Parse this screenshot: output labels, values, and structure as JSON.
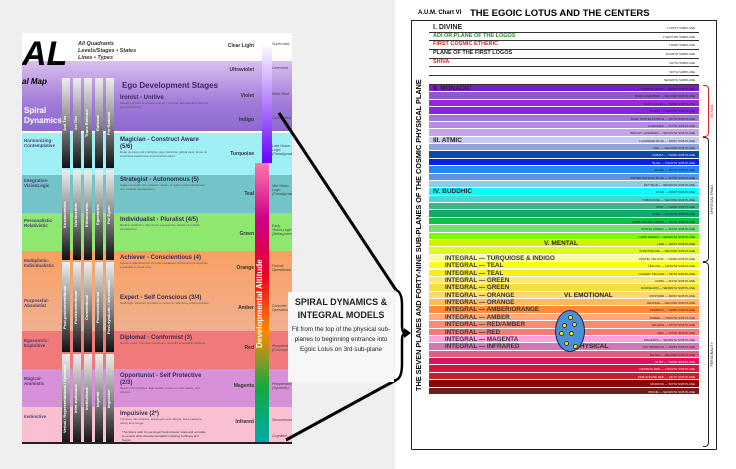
{
  "left_map": {
    "header": {
      "logo": "AL",
      "subtitle": "al Map",
      "quadrants": "All Quadrants",
      "levels": "Levels/Stages • States",
      "lines": "Lines • Types"
    },
    "section_title": "Ego Development Stages",
    "altitude_label": "Developmental Altitude",
    "footnote": "* Numbers refer to Loevinger/Cook-Greuter scale and correlate to several other developmentalists including Kohlberg and Kegan.",
    "spiral": [
      "Spiral Dynamics",
      "Harmonizing-Contemplative",
      "Integrative-VisionLogic",
      "Personalistic-Relativistic",
      "Multiplistic-Individualistic",
      "Purposeful-Absolutist",
      "Egocentric-Exploitive",
      "Magical-Animistic",
      "Instinctive"
    ],
    "stages": [
      {
        "name": "Ironist - Unitive",
        "desc": "Interpenetration of witness and ego process; self identifies with the ground of being."
      },
      {
        "name": "Magician - Construct Aware (5/6)",
        "desc": "Deep process role principles. Ego historical, global view; focus on conscious awareness and transformation."
      },
      {
        "name": "Strategist - Autonomous (5)",
        "desc": "Higher principle role relations. Aware of system interrelatedness and multiple perspectives."
      },
      {
        "name": "Individualist - Pluralist (4/5)",
        "desc": "Radical relativism. 4th person perspective. Aware of multiple perspectives."
      },
      {
        "name": "Achiever - Conscientious (4)",
        "desc": "Systems effectiveness. Formal operations. 3rd person perspective expanded in linear time."
      },
      {
        "name": "Expert - Self Conscious (3/4)",
        "desc": "Craft logic. Abstract operations. Focus on efficiency, craft expertise."
      },
      {
        "name": "Diplomat - Conformist (3)",
        "desc": "Norms, rules. Concrete operations. Socially acceptable behavior."
      },
      {
        "name": "Opportunist - Self Protective (2/3)",
        "desc": "Needs rule impulses. Ego centric. Focus on own needs, self interest."
      },
      {
        "name": "Impulsive (2*)",
        "desc": "Impulses rule reflexes, actual gain and danger, seek pleasure, safety and refuge."
      }
    ],
    "colors": [
      "Clear Light",
      "Ultraviolet",
      "Violet",
      "Indigo",
      "Turquoise",
      "Teal",
      "Green",
      "Orange",
      "Amber",
      "Red",
      "Magenta",
      "Infrared"
    ],
    "cognitive": [
      "Supermind",
      "Overmind",
      "Meta Mind",
      "Global Mind",
      "Late Vision-Logic (Paradigmatic)",
      "Mid Vision-Logic (Paradigmatic)",
      "Early Vision-Logic (Metasystemic)",
      "Formal Operational",
      "Concrete Operational",
      "Preoperational (Conceptual)",
      "Preoperational (Symbolic)",
      "Sensorimotor",
      "Cognitive"
    ],
    "bars": [
      "2nd Tier",
      "1st Tier",
      "Trans Rational",
      "Rational",
      "Pre Rational",
      "Kosmocentric",
      "Worldcentric",
      "Ethnocentric",
      "Egocentric",
      "Pre Egoic",
      "Post-postconventional",
      "Postconventional",
      "Conventional",
      "Preconventional",
      "Post-symbolic / Intermediate",
      "Verbal / Representational / Symbolic",
      "Inter-individual",
      "Institutional",
      "Imperial",
      "Impulsive"
    ]
  },
  "textbox": {
    "title": "SPIRAL DYNAMICS & INTEGRAL MODELS",
    "body": "Fit from the top of the physical sub-planes to beginning entrance into Egoic Lotus on 3rd sub-plane"
  },
  "right_chart": {
    "label": "A.U.M. Chart VI",
    "title": "THE EGOIC LOTUS AND THE CENTERS",
    "vertical_title": "THE SEVEN PLANES AND FORTY-NINE SUB-PLANES OF THE COSMIC PHYSICAL PLANE",
    "divine_rows": [
      {
        "label": "I. DIVINE",
        "color": "#222",
        "right": "1 FIRST SUBPLANE"
      },
      {
        "label": "ADI OR PLANE OF THE LOGOS",
        "color": "#2a8a2a",
        "right": "2 SECOND SUBPLANE"
      },
      {
        "label": "FIRST COSMIC ETHERIC",
        "color": "#e02020",
        "right": "THIRD SUBPLANE"
      },
      {
        "label": "PLANE OF THE FIRST LOGOS",
        "color": "#222",
        "right": "FOURTH SUBPLANE"
      },
      {
        "label": "SHIVA",
        "color": "#e02020",
        "right": "FIFTH SUBPLANE"
      },
      {
        "label": "",
        "color": "#222",
        "right": "SIXTH SUBPLANE"
      },
      {
        "label": "",
        "color": "#222",
        "right": "SEVENTH SUBPLANE"
      }
    ],
    "subplanes": [
      {
        "name": "PURPLE HEART — FIRST SUB PLANE",
        "color": "#7420c8",
        "plane": "II. MONADIC"
      },
      {
        "name": "DARK LAVENDER — SECOND SUB PLANE",
        "color": "#8a5cc4"
      },
      {
        "name": "DARK VIOLET — THIRD SUB PLANE",
        "color": "#9a28d8"
      },
      {
        "name": "VIOLET — FOURTH SUB PLANE",
        "color": "#8a22e4"
      },
      {
        "name": "DARK PASTEL PURPLE — FIFTH SUB PLANE",
        "color": "#9a7ccc"
      },
      {
        "name": "LAVENDER — SIXTH SUB PLANE",
        "color": "#b48ede"
      },
      {
        "name": "BRIGHT LAVENDER — SEVENTH SUB PLANE",
        "color": "#c6a4e8"
      },
      {
        "name": "LAVENDER BLUE — FIRST SUB PLANE",
        "color": "#cacaf6",
        "plane": "III. ATMIC"
      },
      {
        "name": "CEIL — SECOND SUB PLANE",
        "color": "#92a2d8"
      },
      {
        "name": "COBALT — THIRD SUB PLANE",
        "color": "#0a48aa"
      },
      {
        "name": "BLUE — FOURTH SUB PLANE",
        "color": "#0a1ee8"
      },
      {
        "name": "AZURE — FIFTH SUB PLANE",
        "color": "#2088f0"
      },
      {
        "name": "UNITED NATIONS BLUE — SIXTH SUB PLANE",
        "color": "#5b92e5"
      },
      {
        "name": "SKY BLUE — SEVENTH SUB PLANE",
        "color": "#8ccbea"
      },
      {
        "name": "CYAN — FIRST SUB PLANE",
        "color": "#10fafa",
        "plane": "IV. BUDDHIC"
      },
      {
        "name": "TURQUOISE — SECOND SUB PLANE",
        "color": "#40dccc"
      },
      {
        "name": "MINT — THIRD SUB PLANE",
        "color": "#3eb489"
      },
      {
        "name": "JADE — FOURTH SUB PLANE",
        "color": "#10a86b"
      },
      {
        "name": "DARK PASTEL GREEN — FIFTH SUB PLANE",
        "color": "#10c040"
      },
      {
        "name": "PASTEL GREEN — SIXTH SUB PLANE",
        "color": "#77dd77"
      },
      {
        "name": "LAWN GREEN — SEVENTH SUB PLANE",
        "color": "#80f800"
      },
      {
        "name": "LIME — FIRST SUB PLANE",
        "color": "#d2f000",
        "plane": "V. MENTAL"
      },
      {
        "name": "CHARTREUSE — SECOND SUB PLANE",
        "color": "#e0f820"
      },
      {
        "name": "PASTEL YELLOW — THIRD SUB PLANE",
        "color": "#fafaa0",
        "integral": "INTEGRAL — TURQUIOSE & INDIGO"
      },
      {
        "name": "YELLOW — FOURTH SUB PLANE",
        "color": "#ffff10",
        "integral": "INTEGRAL — TEAL"
      },
      {
        "name": "CANARY YELLOW — FIFTH SUB PLANE",
        "color": "#ffee10",
        "integral": "INTEGRAL — TEAL"
      },
      {
        "name": "CORN — SIXTH SUB PLANE",
        "color": "#faea70",
        "integral": "INTEGRAL — GREEN"
      },
      {
        "name": "DANDELION — SEVENTH SUB PLANE",
        "color": "#f0e040",
        "integral": "INTEGRAL — GREEN"
      },
      {
        "name": "MUSTARD — FIRST SUB PLANE",
        "color": "#ffd870",
        "integral": "INTEGRAL — ORANGE",
        "plane": "VI. EMOTIONAL"
      },
      {
        "name": "ORANGE — SECOND SUB PLANE",
        "color": "#ffb860",
        "integral": "INTEGRAL — ORANGE"
      },
      {
        "name": "PUMPKIN — THIRD SUB PLANE",
        "color": "#ff8a38",
        "integral": "INTEGRAL — AMBER/ORANGE"
      },
      {
        "name": "AMBER — FOURTH SUB PLANE",
        "color": "#ffa880",
        "integral": "INTEGRAL — AMBER"
      },
      {
        "name": "SALMON — FIFTH SUB PLANE",
        "color": "#fa8a72",
        "integral": "INTEGRAL — RED/AMBER"
      },
      {
        "name": "RED — SIXTH SUB PLANE",
        "color": "#f87a78",
        "integral": "INTEGRAL — RED"
      },
      {
        "name": "MAGENTA — SEVENTH SUB PLANE",
        "color": "#f7a2e2",
        "integral": "INTEGRAL — MAGENTA"
      },
      {
        "name": "SKY MAGENTA — FIRST SUB PLANE",
        "color": "#d078b4",
        "integral": "INTEGRAL — INFRARED",
        "plane": "VII. PHYSICAL"
      },
      {
        "name": "BLUSH — SECOND SUB PLANE",
        "color": "#de5d83"
      },
      {
        "name": "RUBY — THIRD SUB PLANE",
        "color": "#e0115f"
      },
      {
        "name": "CRIMSON RED — FOURTH SUB PLANE",
        "color": "#dc143c"
      },
      {
        "name": "FIRE ENGINE RED — FIFTH SUB PLANE",
        "color": "#c82028"
      },
      {
        "name": "MAROON — SIXTH SUB PLANE",
        "color": "#8a0808"
      },
      {
        "name": "PRUNE — SEVENTH SUB PLANE",
        "color": "#701c1c"
      }
    ],
    "brackets": [
      {
        "label": "MONAD",
        "color": "#e02020",
        "from": 0,
        "to": 6
      },
      {
        "label": "SPIRITUAL TRIAD",
        "color": "#222",
        "from": 7,
        "to": 23
      },
      {
        "label": "PERSONALITY",
        "color": "#222",
        "from": 24,
        "to": 48
      }
    ],
    "egoic_lotus_icon": "oval-with-dots"
  }
}
